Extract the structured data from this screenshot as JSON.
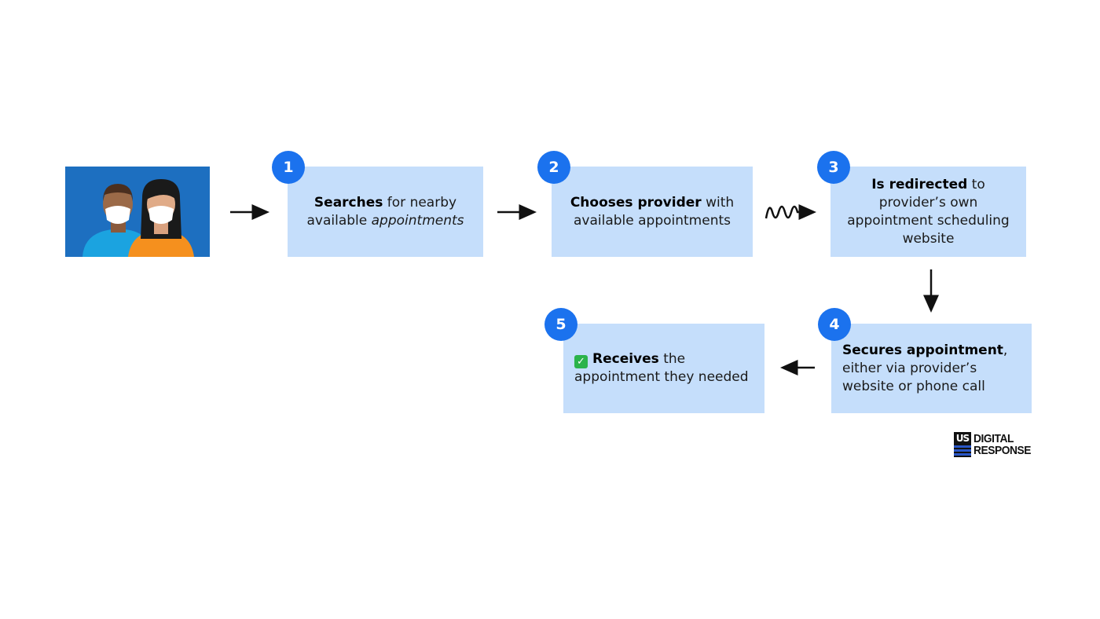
{
  "steps": [
    {
      "num": "1",
      "bold": "Searches",
      "text": " for nearby available ",
      "italic": "appointments"
    },
    {
      "num": "2",
      "bold": "Chooses provider",
      "text": " with available appointments"
    },
    {
      "num": "3",
      "bold": "Is redirected",
      "text": " to provider’s own appointment scheduling website"
    },
    {
      "num": "4",
      "bold": "Secures appointment",
      "text": ", either via provider’s website or phone call"
    },
    {
      "num": "5",
      "check": "✓",
      "bold": "Receives",
      "text": " the appointment they needed"
    }
  ],
  "logo": {
    "mark": "US",
    "line1": "DIGITAL",
    "line2": "RESPONSE"
  },
  "colors": {
    "box": "#c5defb",
    "badge": "#1b72ee",
    "people_bg": "#1d6fc0"
  }
}
